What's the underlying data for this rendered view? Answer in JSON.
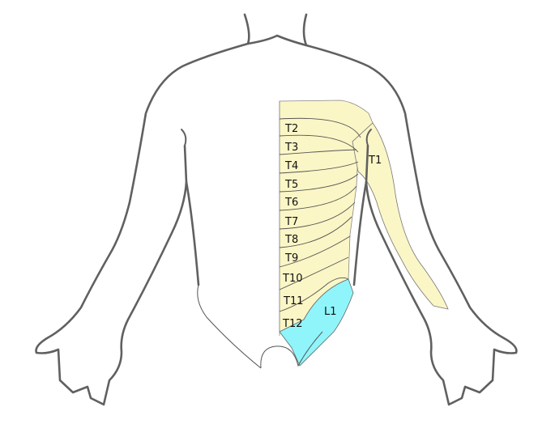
{
  "labels": {
    "t1": "T1",
    "t2": "T2",
    "t3": "T3",
    "t4": "T4",
    "t5": "T5",
    "t6": "T6",
    "t7": "T7",
    "t8": "T8",
    "t9": "T9",
    "t10": "T10",
    "t11": "T11",
    "t12": "T12",
    "l1": "L1"
  },
  "colors": {
    "thoracic_fill": "#fbf6c6",
    "lumbar_fill": "#8ff5fa",
    "body_outline": "#606060",
    "boundary_line": "#555555"
  }
}
